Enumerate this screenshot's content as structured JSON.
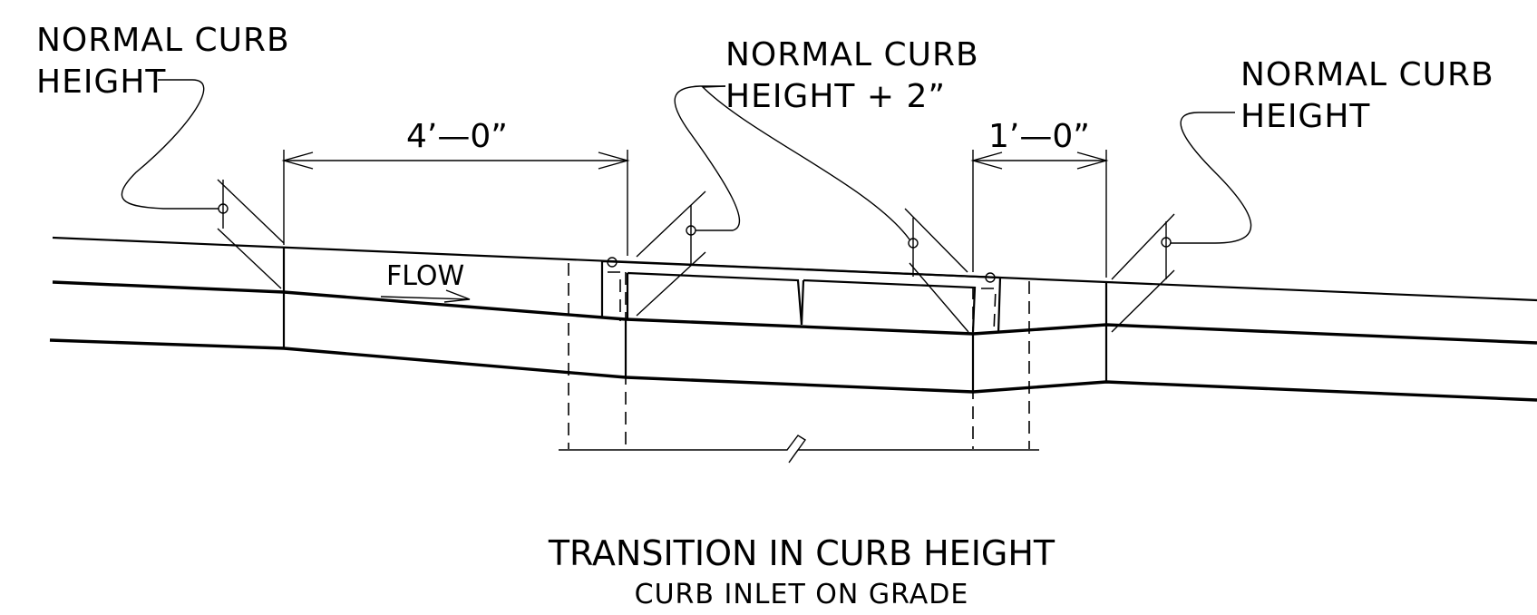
{
  "labels": {
    "left_line1": "NORMAL CURB",
    "left_line2": "HEIGHT",
    "middle_line1": "NORMAL CURB",
    "middle_line2": "HEIGHT + 2”",
    "right_line1": "NORMAL CURB",
    "right_line2": "HEIGHT"
  },
  "dimensions": {
    "left": "4’—0”",
    "right": "1’—0”"
  },
  "flow_label": "FLOW",
  "title": "TRANSITION IN CURB HEIGHT",
  "subtitle": "CURB INLET ON GRADE"
}
